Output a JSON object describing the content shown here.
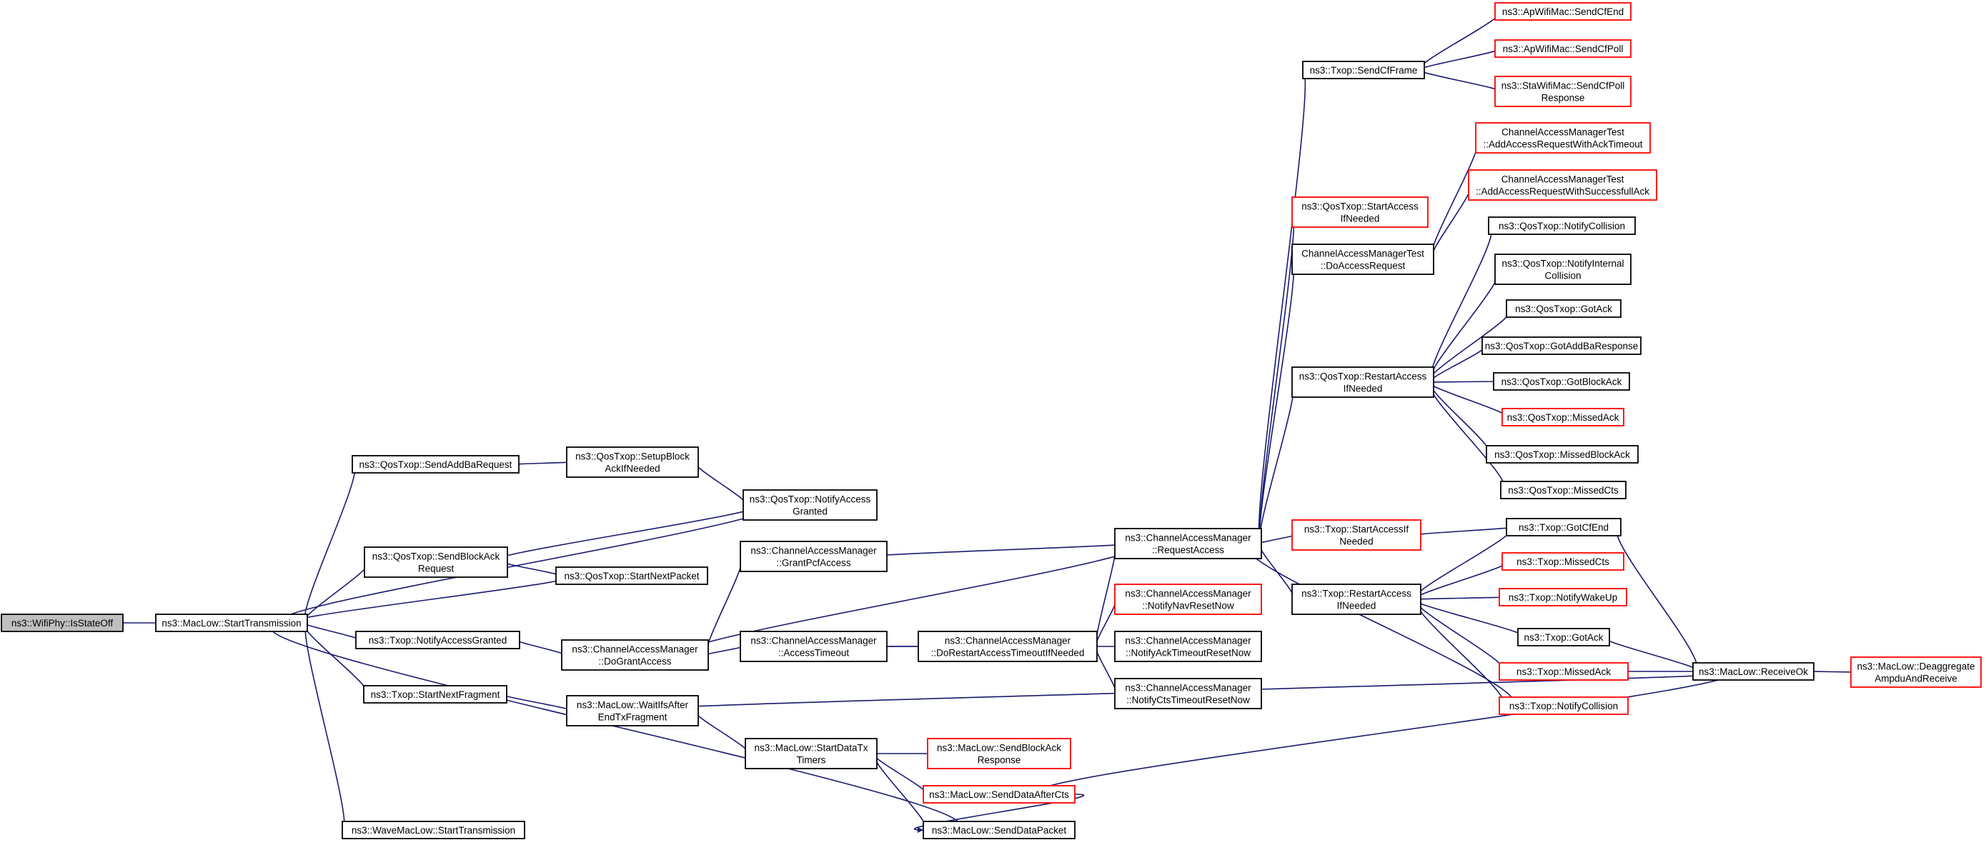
{
  "graph_title": "",
  "colors": {
    "edge": "#191970",
    "root_fill": "#bfbfbf",
    "normal_border": "#000000",
    "red_border": "#ff0000"
  },
  "nodes": [
    {
      "id": "n0",
      "label": [
        "ns3::WifiPhy::IsStateOff"
      ],
      "style": "root"
    },
    {
      "id": "n1",
      "label": [
        "ns3::MacLow::StartTransmission"
      ],
      "style": "normal"
    },
    {
      "id": "n2",
      "label": [
        "ns3::QosTxop::SendAddBaRequest"
      ],
      "style": "normal"
    },
    {
      "id": "n3",
      "label": [
        "ns3::QosTxop::SetupBlock",
        "AckIfNeeded"
      ],
      "style": "normal"
    },
    {
      "id": "n4",
      "label": [
        "ns3::QosTxop::NotifyAccess",
        "Granted"
      ],
      "style": "normal"
    },
    {
      "id": "n5",
      "label": [
        "ns3::QosTxop::SendBlockAck",
        "Request"
      ],
      "style": "normal"
    },
    {
      "id": "n6",
      "label": [
        "ns3::QosTxop::StartNextPacket"
      ],
      "style": "normal"
    },
    {
      "id": "n7",
      "label": [
        "ns3::Txop::NotifyAccessGranted"
      ],
      "style": "normal"
    },
    {
      "id": "n8",
      "label": [
        "ns3::ChannelAccessManager",
        "::DoGrantAccess"
      ],
      "style": "normal"
    },
    {
      "id": "n9",
      "label": [
        "ns3::ChannelAccessManager",
        "::GrantPcfAccess"
      ],
      "style": "normal"
    },
    {
      "id": "n10",
      "label": [
        "ns3::ChannelAccessManager",
        "::AccessTimeout"
      ],
      "style": "normal"
    },
    {
      "id": "n11",
      "label": [
        "ns3::ChannelAccessManager",
        "::DoRestartAccessTimeoutIfNeeded"
      ],
      "style": "normal"
    },
    {
      "id": "n12",
      "label": [
        "ns3::ChannelAccessManager",
        "::RequestAccess"
      ],
      "style": "normal"
    },
    {
      "id": "n13",
      "label": [
        "ns3::Txop::StartNextFragment"
      ],
      "style": "normal"
    },
    {
      "id": "n14",
      "label": [
        "ns3::MacLow::WaitIfsAfter",
        "EndTxFragment"
      ],
      "style": "normal"
    },
    {
      "id": "n15",
      "label": [
        "ns3::MacLow::StartDataTx",
        "Timers"
      ],
      "style": "normal"
    },
    {
      "id": "n16",
      "label": [
        "ns3::MacLow::SendBlockAck",
        "Response"
      ],
      "style": "red"
    },
    {
      "id": "n17",
      "label": [
        "ns3::MacLow::SendDataAfterCts"
      ],
      "style": "red"
    },
    {
      "id": "n18",
      "label": [
        "ns3::MacLow::SendDataPacket"
      ],
      "style": "normal"
    },
    {
      "id": "n19",
      "label": [
        "ns3::WaveMacLow::StartTransmission"
      ],
      "style": "normal"
    },
    {
      "id": "n20",
      "label": [
        "ns3::ChannelAccessManager",
        "::NotifyNavResetNow"
      ],
      "style": "red"
    },
    {
      "id": "n21",
      "label": [
        "ns3::ChannelAccessManager",
        "::NotifyAckTimeoutResetNow"
      ],
      "style": "normal"
    },
    {
      "id": "n22",
      "label": [
        "ns3::ChannelAccessManager",
        "::NotifyCtsTimeoutResetNow"
      ],
      "style": "normal"
    },
    {
      "id": "n23",
      "label": [
        "ns3::Txop::SendCfFrame"
      ],
      "style": "normal"
    },
    {
      "id": "n24",
      "label": [
        "ns3::ApWifiMac::SendCfEnd"
      ],
      "style": "red"
    },
    {
      "id": "n25",
      "label": [
        "ns3::ApWifiMac::SendCfPoll"
      ],
      "style": "red"
    },
    {
      "id": "n26",
      "label": [
        "ns3::StaWifiMac::SendCfPoll",
        "Response"
      ],
      "style": "red"
    },
    {
      "id": "n27",
      "label": [
        "ns3::QosTxop::StartAccess",
        "IfNeeded"
      ],
      "style": "red"
    },
    {
      "id": "n28",
      "label": [
        "ChannelAccessManagerTest",
        "::DoAccessRequest"
      ],
      "style": "normal"
    },
    {
      "id": "n29",
      "label": [
        "ChannelAccessManagerTest",
        "::AddAccessRequestWithAckTimeout"
      ],
      "style": "red"
    },
    {
      "id": "n30",
      "label": [
        "ChannelAccessManagerTest",
        "::AddAccessRequestWithSuccessfullAck"
      ],
      "style": "red"
    },
    {
      "id": "n31",
      "label": [
        "ns3::QosTxop::RestartAccess",
        "IfNeeded"
      ],
      "style": "normal"
    },
    {
      "id": "n32",
      "label": [
        "ns3::QosTxop::NotifyCollision"
      ],
      "style": "normal"
    },
    {
      "id": "n33",
      "label": [
        "ns3::QosTxop::NotifyInternal",
        "Collision"
      ],
      "style": "normal"
    },
    {
      "id": "n34",
      "label": [
        "ns3::QosTxop::GotAck"
      ],
      "style": "normal"
    },
    {
      "id": "n35",
      "label": [
        "ns3::QosTxop::GotAddBaResponse"
      ],
      "style": "normal"
    },
    {
      "id": "n36",
      "label": [
        "ns3::QosTxop::GotBlockAck"
      ],
      "style": "normal"
    },
    {
      "id": "n37",
      "label": [
        "ns3::QosTxop::MissedAck"
      ],
      "style": "red"
    },
    {
      "id": "n38",
      "label": [
        "ns3::QosTxop::MissedBlockAck"
      ],
      "style": "normal"
    },
    {
      "id": "n39",
      "label": [
        "ns3::QosTxop::MissedCts"
      ],
      "style": "normal"
    },
    {
      "id": "n40",
      "label": [
        "ns3::Txop::StartAccessIf",
        "Needed"
      ],
      "style": "red"
    },
    {
      "id": "n41",
      "label": [
        "ns3::Txop::RestartAccess",
        "IfNeeded"
      ],
      "style": "normal"
    },
    {
      "id": "n42",
      "label": [
        "ns3::Txop::GotCfEnd"
      ],
      "style": "normal"
    },
    {
      "id": "n43",
      "label": [
        "ns3::Txop::MissedCts"
      ],
      "style": "red"
    },
    {
      "id": "n44",
      "label": [
        "ns3::Txop::NotifyWakeUp"
      ],
      "style": "red"
    },
    {
      "id": "n45",
      "label": [
        "ns3::Txop::GotAck"
      ],
      "style": "normal"
    },
    {
      "id": "n46",
      "label": [
        "ns3::Txop::MissedAck"
      ],
      "style": "red"
    },
    {
      "id": "n47",
      "label": [
        "ns3::Txop::NotifyCollision"
      ],
      "style": "red"
    },
    {
      "id": "n48",
      "label": [
        "ns3::MacLow::ReceiveOk"
      ],
      "style": "normal"
    },
    {
      "id": "n49",
      "label": [
        "ns3::MacLow::Deaggregate",
        "AmpduAndReceive"
      ],
      "style": "red"
    }
  ],
  "edges": [
    {
      "from": "n1",
      "to": "n0"
    },
    {
      "from": "n2",
      "to": "n1"
    },
    {
      "from": "n4",
      "to": "n1"
    },
    {
      "from": "n5",
      "to": "n1"
    },
    {
      "from": "n6",
      "to": "n1"
    },
    {
      "from": "n7",
      "to": "n1"
    },
    {
      "from": "n13",
      "to": "n1"
    },
    {
      "from": "n18",
      "to": "n1"
    },
    {
      "from": "n19",
      "to": "n1"
    },
    {
      "from": "n3",
      "to": "n2"
    },
    {
      "from": "n4",
      "to": "n3"
    },
    {
      "from": "n4",
      "to": "n5"
    },
    {
      "from": "n6",
      "to": "n5"
    },
    {
      "from": "n8",
      "to": "n7"
    },
    {
      "from": "n9",
      "to": "n8"
    },
    {
      "from": "n12",
      "to": "n8"
    },
    {
      "from": "n10",
      "to": "n8"
    },
    {
      "from": "n12",
      "to": "n9"
    },
    {
      "from": "n11",
      "to": "n10"
    },
    {
      "from": "n10",
      "to": "n11"
    },
    {
      "from": "n12",
      "to": "n11"
    },
    {
      "from": "n20",
      "to": "n11"
    },
    {
      "from": "n21",
      "to": "n11"
    },
    {
      "from": "n22",
      "to": "n11"
    },
    {
      "from": "n14",
      "to": "n13"
    },
    {
      "from": "n15",
      "to": "n14"
    },
    {
      "from": "n48",
      "to": "n14"
    },
    {
      "from": "n16",
      "to": "n15"
    },
    {
      "from": "n17",
      "to": "n15"
    },
    {
      "from": "n18",
      "to": "n15"
    },
    {
      "from": "n48",
      "to": "n17"
    },
    {
      "from": "n17",
      "to": "n18"
    },
    {
      "from": "n23",
      "to": "n12"
    },
    {
      "from": "n27",
      "to": "n12"
    },
    {
      "from": "n28",
      "to": "n12"
    },
    {
      "from": "n31",
      "to": "n12"
    },
    {
      "from": "n40",
      "to": "n12"
    },
    {
      "from": "n41",
      "to": "n12"
    },
    {
      "from": "n47",
      "to": "n12"
    },
    {
      "from": "n24",
      "to": "n23"
    },
    {
      "from": "n25",
      "to": "n23"
    },
    {
      "from": "n26",
      "to": "n23"
    },
    {
      "from": "n29",
      "to": "n28"
    },
    {
      "from": "n30",
      "to": "n28"
    },
    {
      "from": "n32",
      "to": "n31"
    },
    {
      "from": "n33",
      "to": "n31"
    },
    {
      "from": "n34",
      "to": "n31"
    },
    {
      "from": "n35",
      "to": "n31"
    },
    {
      "from": "n36",
      "to": "n31"
    },
    {
      "from": "n37",
      "to": "n31"
    },
    {
      "from": "n38",
      "to": "n31"
    },
    {
      "from": "n39",
      "to": "n31"
    },
    {
      "from": "n42",
      "to": "n40"
    },
    {
      "from": "n42",
      "to": "n41"
    },
    {
      "from": "n43",
      "to": "n41"
    },
    {
      "from": "n44",
      "to": "n41"
    },
    {
      "from": "n45",
      "to": "n41"
    },
    {
      "from": "n46",
      "to": "n41"
    },
    {
      "from": "n47",
      "to": "n41"
    },
    {
      "from": "n48",
      "to": "n42"
    },
    {
      "from": "n48",
      "to": "n45"
    },
    {
      "from": "n48",
      "to": "n46"
    },
    {
      "from": "n49",
      "to": "n48"
    }
  ]
}
